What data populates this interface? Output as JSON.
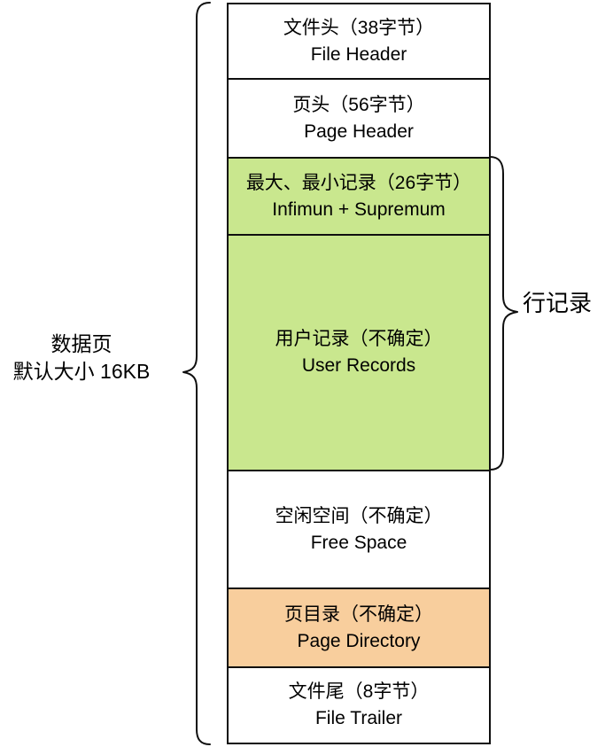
{
  "diagram": {
    "title_left": {
      "line1": "数据页",
      "line2": "默认大小 16KB"
    },
    "label_right": "行记录",
    "segments": [
      {
        "id": "file-header",
        "cn": "文件头（38字节）",
        "en": "File Header",
        "fill": "white"
      },
      {
        "id": "page-header",
        "cn": "页头（56字节）",
        "en": "Page Header",
        "fill": "white"
      },
      {
        "id": "infimum-supremum",
        "cn": "最大、最小记录（26字节）",
        "en": "Infimun + Supremum",
        "fill": "green"
      },
      {
        "id": "user-records",
        "cn": "用户记录（不确定）",
        "en": "User Records",
        "fill": "green"
      },
      {
        "id": "free-space",
        "cn": "空闲空间（不确定）",
        "en": "Free Space",
        "fill": "white"
      },
      {
        "id": "page-directory",
        "cn": "页目录（不确定）",
        "en": "Page Directory",
        "fill": "orange"
      },
      {
        "id": "file-trailer",
        "cn": "文件尾（8字节）",
        "en": "File Trailer",
        "fill": "white"
      }
    ]
  },
  "colors": {
    "background": "#ffffff",
    "border": "#0f0f0f",
    "text": "#000000",
    "segment_white": "#ffffff",
    "segment_green": "#c9e78e",
    "segment_orange": "#f8ce9d"
  }
}
